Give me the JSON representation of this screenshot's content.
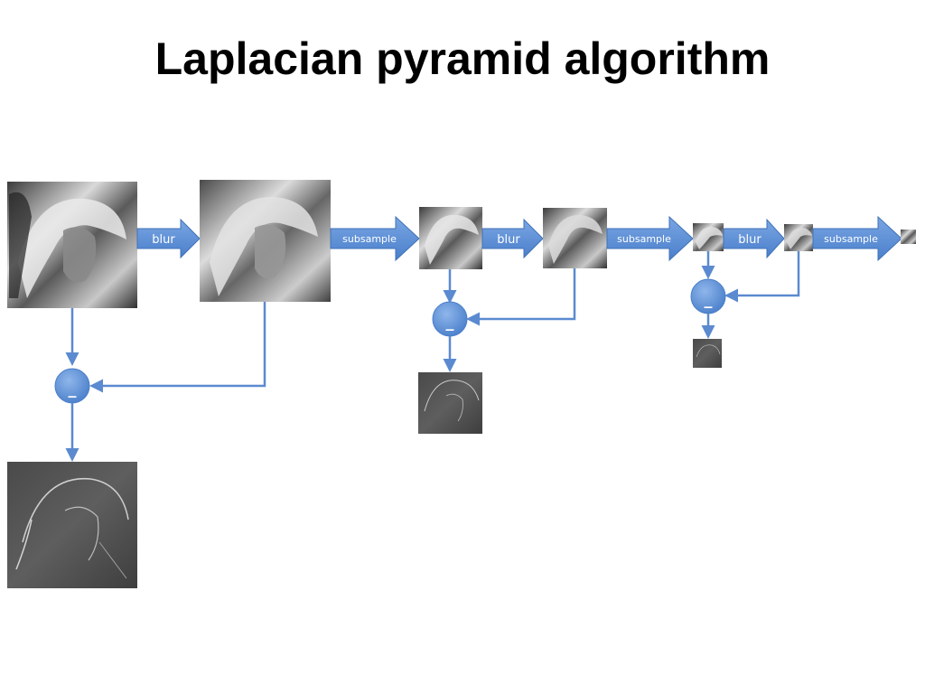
{
  "title": "Laplacian pyramid algorithm",
  "labels": {
    "blur": "blur",
    "subsample": "subsample",
    "minus": "_"
  },
  "colors": {
    "arrow_fill": "#5b8fd6",
    "arrow_stroke": "#3f72b8",
    "connector": "#5b8ad0",
    "circle_fill": "#5b8fd6",
    "image_dark": "#2a2a2a",
    "image_mid": "#7a7a7a",
    "image_light": "#e6e6e6"
  }
}
